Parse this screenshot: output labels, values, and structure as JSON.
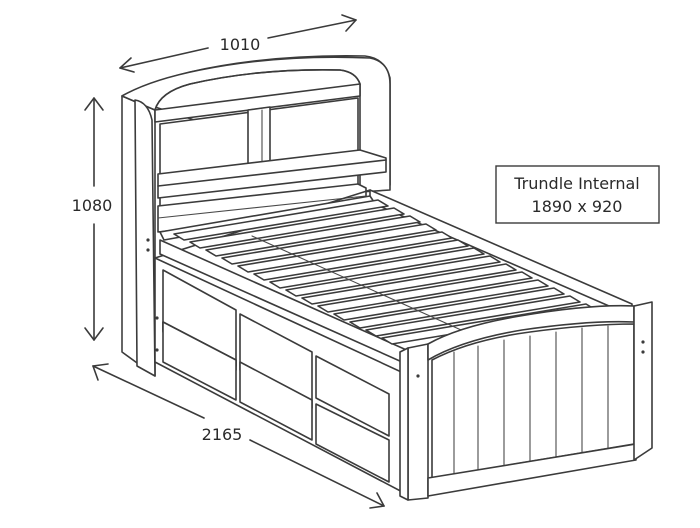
{
  "dimensions": {
    "width": "1010",
    "height": "1080",
    "length": "2165"
  },
  "callout": {
    "line1": "Trundle Internal",
    "line2": "1890 x 920"
  }
}
